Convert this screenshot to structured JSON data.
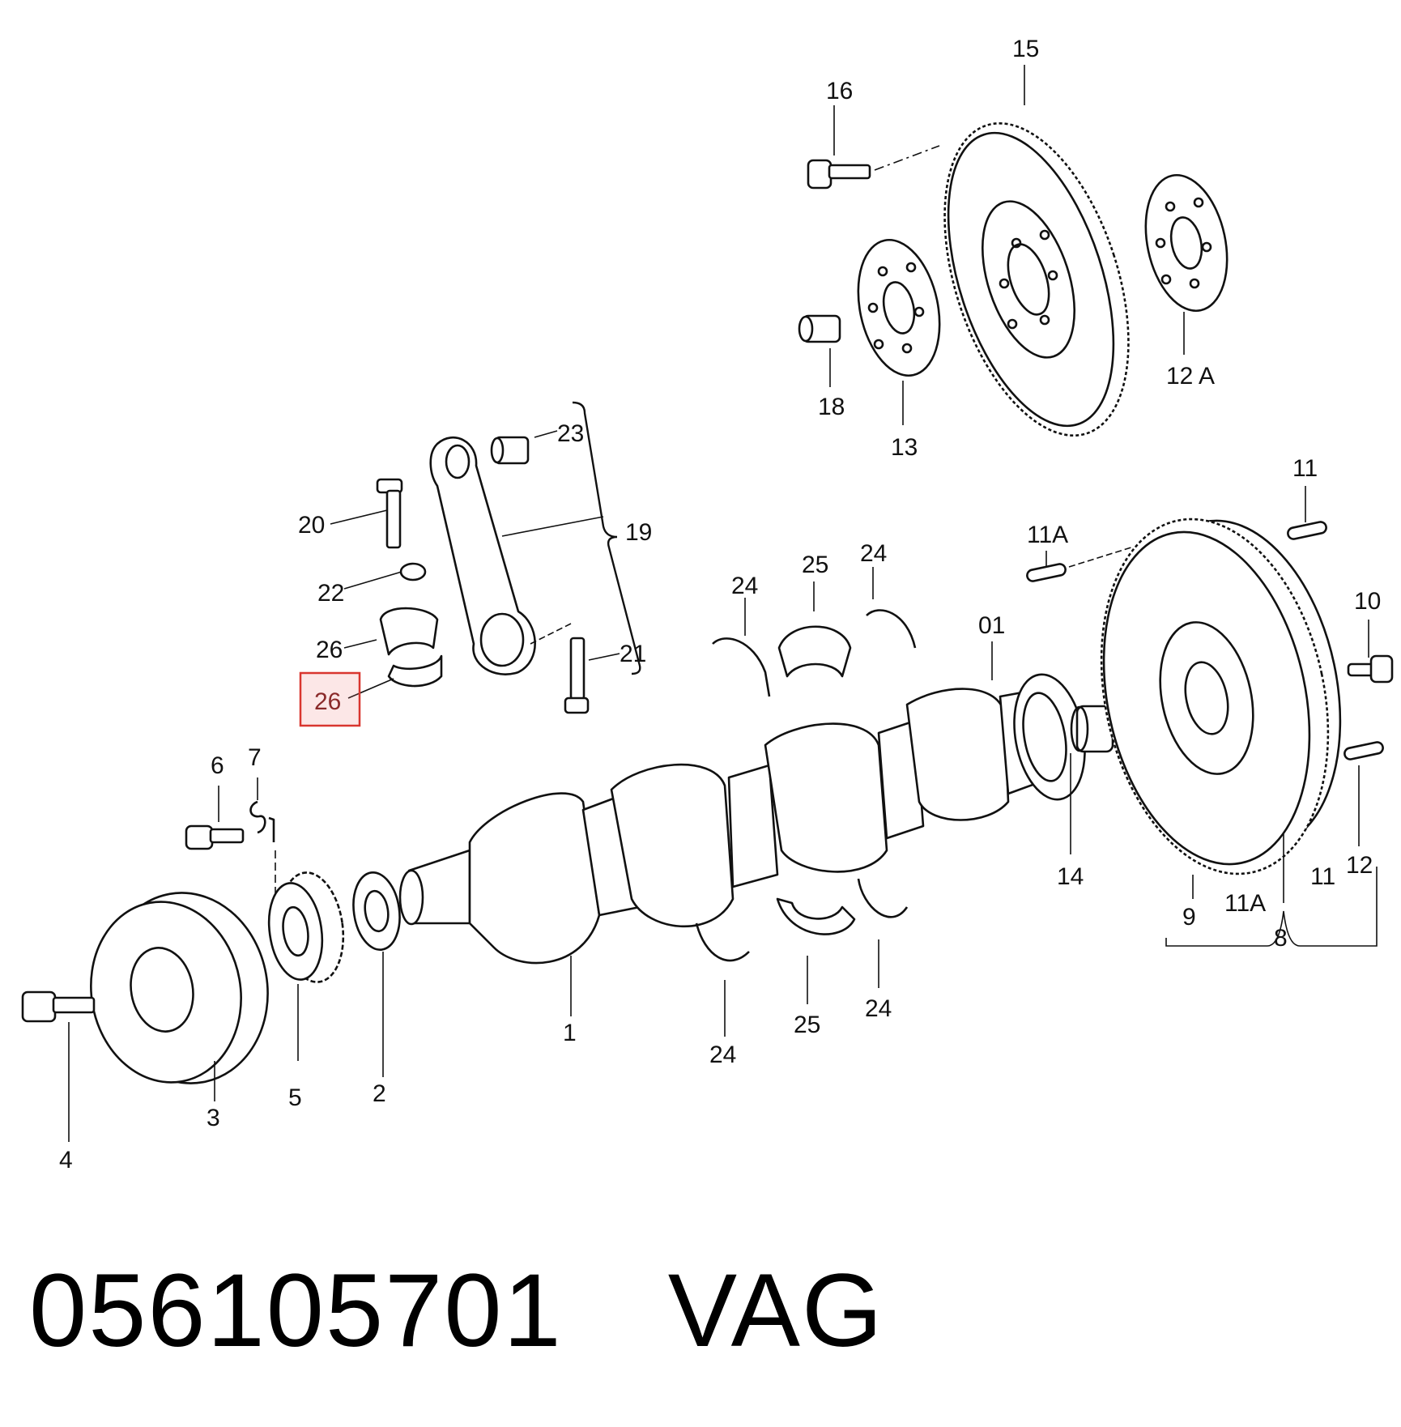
{
  "diagram": {
    "highlighted_callout": "26",
    "callouts": {
      "c1": "1",
      "c01": "01",
      "c2": "2",
      "c3": "3",
      "c4": "4",
      "c5": "5",
      "c6": "6",
      "c7": "7",
      "c8": "8",
      "c9": "9",
      "c10": "10",
      "c11_top": "11",
      "c11_bottom": "11",
      "c11A_top": "11A",
      "c11A_bottom": "11A",
      "c12": "12",
      "c12A": "12 A",
      "c13": "13",
      "c14": "14",
      "c15": "15",
      "c16": "16",
      "c18": "18",
      "c19": "19",
      "c20": "20",
      "c21": "21",
      "c22": "22",
      "c23": "23",
      "c24_upper_left": "24",
      "c24_upper_right": "24",
      "c24_lower_left": "24",
      "c24_lower_right": "24",
      "c25_upper": "25",
      "c25_lower": "25",
      "c26_upper": "26",
      "c26_highlighted": "26"
    }
  },
  "footer": {
    "part_number": "056105701",
    "brand": "VAG"
  }
}
